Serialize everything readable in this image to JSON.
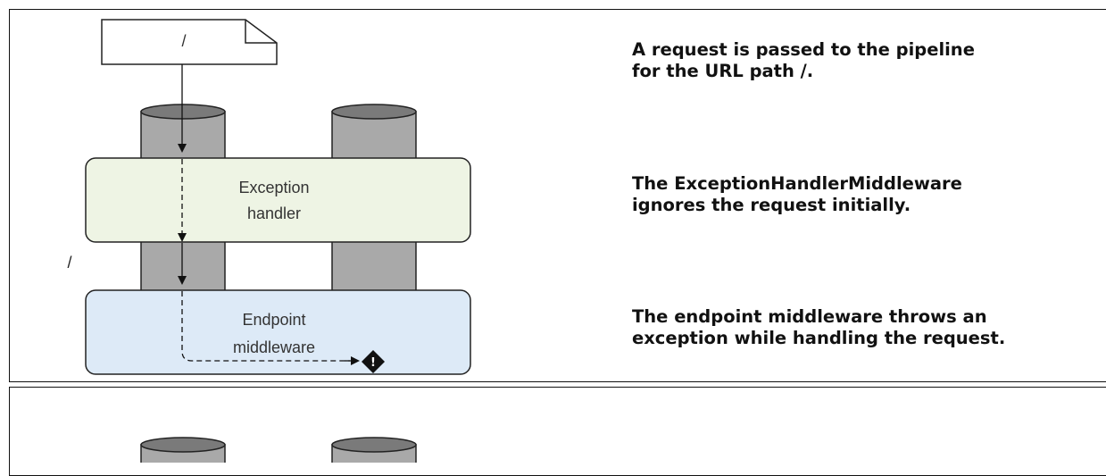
{
  "document": {
    "request_path": "/",
    "side_path_label": "/",
    "exception_handler_label_line1": "Exception",
    "exception_handler_label_line2": "handler",
    "endpoint_label_line1": "Endpoint",
    "endpoint_label_line2": "middleware",
    "error_icon_glyph": "!"
  },
  "annotations": [
    {
      "text": "A request is passed to the pipeline\nfor the URL path /."
    },
    {
      "text": "The ExceptionHandlerMiddleware\nignores the request initially."
    },
    {
      "text": "The endpoint middleware throws an\nexception while handling the request."
    }
  ],
  "colors": {
    "exception_handler_fill": "#eef4e4",
    "endpoint_fill": "#ddeaf7",
    "cylinder_fill": "#a9a9a9",
    "cylinder_top": "#7a7a7a"
  }
}
